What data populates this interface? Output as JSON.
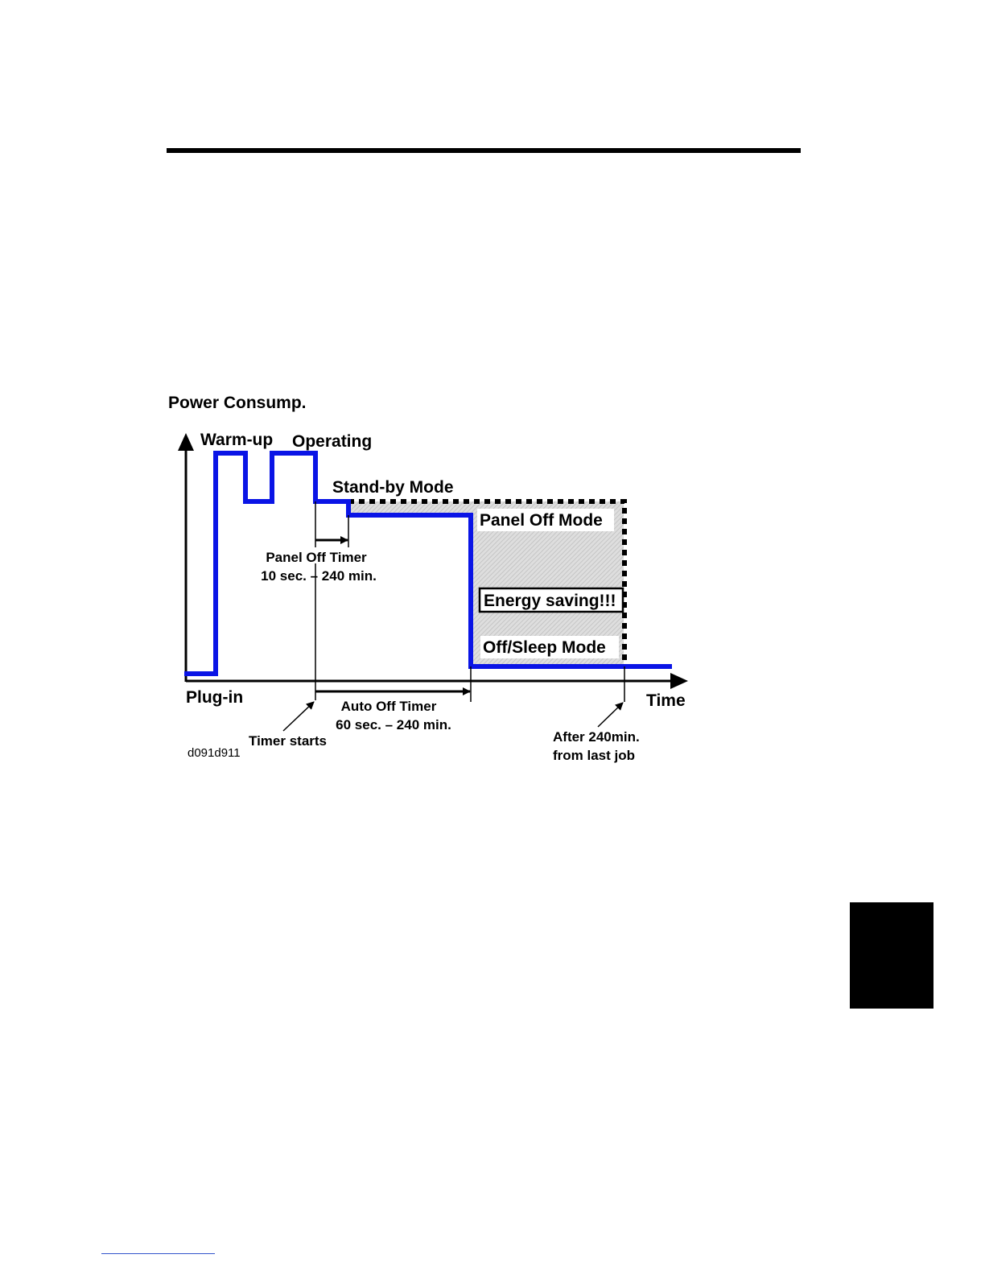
{
  "diagram": {
    "y_axis_label": "Power Consump.",
    "x_axis_label": "Time",
    "origin_label": "Plug-in",
    "figure_id": "d091d911",
    "phases": {
      "warm_up": "Warm-up",
      "operating": "Operating",
      "standby": "Stand-by Mode",
      "panel_off": "Panel Off Mode",
      "energy_saving": "Energy saving!!!",
      "off_sleep": "Off/Sleep Mode"
    },
    "panel_off_timer": {
      "label": "Panel Off Timer",
      "range": "10 sec. – 240 min."
    },
    "auto_off_timer": {
      "label": "Auto Off Timer",
      "range": "60 sec. – 240 min."
    },
    "timer_starts": "Timer starts",
    "after_note": {
      "line1": "After 240min.",
      "line2": "from last job"
    },
    "colors": {
      "power_line": "#0a14e6",
      "hatch_fill": "#d9d9d9"
    }
  }
}
